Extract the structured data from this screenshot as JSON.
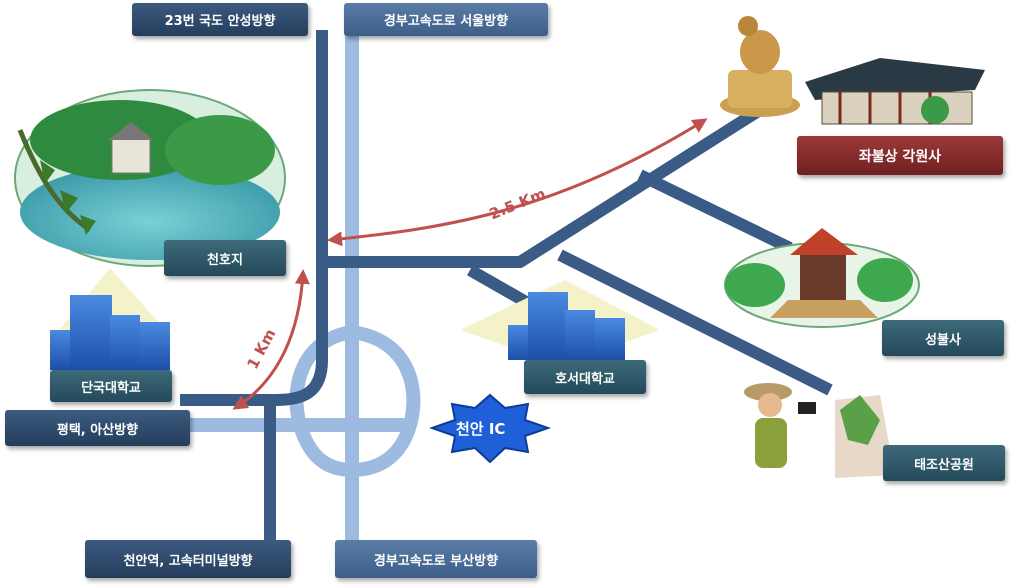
{
  "labels": {
    "route23": "23번 국도  안성방향",
    "gyeongbu_seoul": "경부고속도로 서울방향",
    "gakwonsa": "좌불상 각원사",
    "cheonhoji": "천호지",
    "seongbulsa": "성불사",
    "dankook": "단국대학교",
    "hoseo": "호서대학교",
    "pyeongtaek": "평택, 아산방향",
    "taejosan": "태조산공원",
    "cheonan_station": "천안역, 고속터미널방향",
    "gyeongbu_busan": "경부고속도로 부산방향",
    "cheonan_ic": "천안 IC"
  },
  "distances": {
    "to_gakwonsa": "2.5 Km",
    "to_pyeongtaek": "1 Km"
  },
  "colors": {
    "road_dark": "#3b5b87",
    "road_light": "#9dbbe0",
    "distance_arrow": "#c0504d",
    "label_dark": "#2e4a6e",
    "label_red": "#8b2e2e"
  },
  "icons": [
    "buddha-statue-icon",
    "temple-icon",
    "lake-pavilion-icon",
    "pagoda-icon",
    "building-icon",
    "hiker-icon",
    "ic-badge-icon"
  ]
}
